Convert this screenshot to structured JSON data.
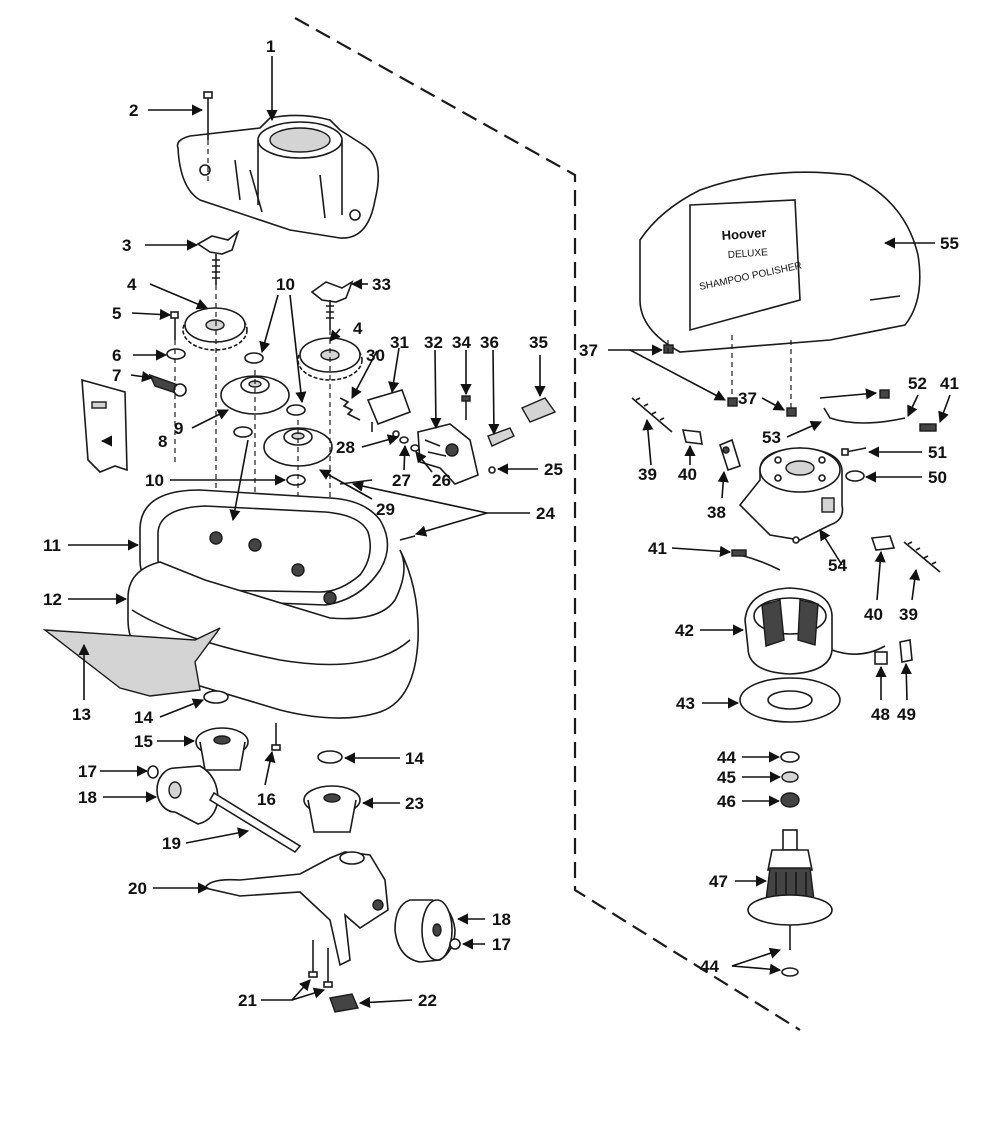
{
  "diagram": {
    "brand_text": "Hoover",
    "model_line1": "DELUXE",
    "model_line2": "SHAMPOO POLISHER",
    "colors": {
      "ink": "#1a1a1a",
      "background": "#ffffff"
    }
  },
  "callouts": [
    {
      "id": "c1",
      "text": "1"
    },
    {
      "id": "c2",
      "text": "2"
    },
    {
      "id": "c3",
      "text": "3"
    },
    {
      "id": "c4a",
      "text": "4"
    },
    {
      "id": "c4b",
      "text": "4"
    },
    {
      "id": "c5",
      "text": "5"
    },
    {
      "id": "c6",
      "text": "6"
    },
    {
      "id": "c7",
      "text": "7"
    },
    {
      "id": "c8",
      "text": "8"
    },
    {
      "id": "c9",
      "text": "9"
    },
    {
      "id": "c10a",
      "text": "10"
    },
    {
      "id": "c10b",
      "text": "10"
    },
    {
      "id": "c11",
      "text": "11"
    },
    {
      "id": "c12",
      "text": "12"
    },
    {
      "id": "c13",
      "text": "13"
    },
    {
      "id": "c14a",
      "text": "14"
    },
    {
      "id": "c14b",
      "text": "14"
    },
    {
      "id": "c15",
      "text": "15"
    },
    {
      "id": "c16",
      "text": "16"
    },
    {
      "id": "c17a",
      "text": "17"
    },
    {
      "id": "c17b",
      "text": "17"
    },
    {
      "id": "c18a",
      "text": "18"
    },
    {
      "id": "c18b",
      "text": "18"
    },
    {
      "id": "c19",
      "text": "19"
    },
    {
      "id": "c20",
      "text": "20"
    },
    {
      "id": "c21",
      "text": "21"
    },
    {
      "id": "c22",
      "text": "22"
    },
    {
      "id": "c23",
      "text": "23"
    },
    {
      "id": "c24",
      "text": "24"
    },
    {
      "id": "c25",
      "text": "25"
    },
    {
      "id": "c26",
      "text": "26"
    },
    {
      "id": "c27",
      "text": "27"
    },
    {
      "id": "c28",
      "text": "28"
    },
    {
      "id": "c29",
      "text": "29"
    },
    {
      "id": "c30",
      "text": "30"
    },
    {
      "id": "c31",
      "text": "31"
    },
    {
      "id": "c32",
      "text": "32"
    },
    {
      "id": "c33",
      "text": "33"
    },
    {
      "id": "c34",
      "text": "34"
    },
    {
      "id": "c35",
      "text": "35"
    },
    {
      "id": "c36",
      "text": "36"
    },
    {
      "id": "c37a",
      "text": "37"
    },
    {
      "id": "c37b",
      "text": "37"
    },
    {
      "id": "c38",
      "text": "38"
    },
    {
      "id": "c39a",
      "text": "39"
    },
    {
      "id": "c39b",
      "text": "39"
    },
    {
      "id": "c40a",
      "text": "40"
    },
    {
      "id": "c40b",
      "text": "40"
    },
    {
      "id": "c41a",
      "text": "41"
    },
    {
      "id": "c41b",
      "text": "41"
    },
    {
      "id": "c42",
      "text": "42"
    },
    {
      "id": "c43",
      "text": "43"
    },
    {
      "id": "c44a",
      "text": "44"
    },
    {
      "id": "c44b",
      "text": "44"
    },
    {
      "id": "c45",
      "text": "45"
    },
    {
      "id": "c46",
      "text": "46"
    },
    {
      "id": "c47",
      "text": "47"
    },
    {
      "id": "c48",
      "text": "48"
    },
    {
      "id": "c49",
      "text": "49"
    },
    {
      "id": "c50",
      "text": "50"
    },
    {
      "id": "c51",
      "text": "51"
    },
    {
      "id": "c52",
      "text": "52"
    },
    {
      "id": "c53",
      "text": "53"
    },
    {
      "id": "c54",
      "text": "54"
    },
    {
      "id": "c55",
      "text": "55"
    }
  ]
}
